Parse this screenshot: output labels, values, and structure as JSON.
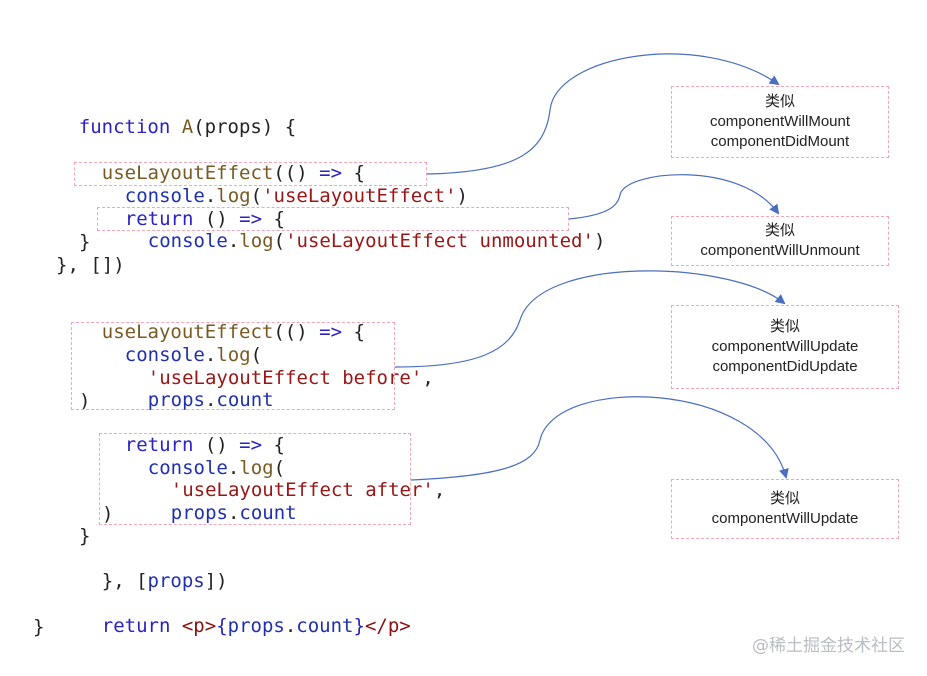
{
  "code": {
    "l1": {
      "kw": "function",
      "name": "A",
      "args": "(props) {"
    },
    "l2": {
      "hook": "useLayoutEffect",
      "p1": "(() ",
      "arrow": "=>",
      "p2": " {"
    },
    "l3": {
      "obj": "console",
      "dot": ".",
      "fn": "log",
      "open": "(",
      "str": "'useLayoutEffect'",
      "close": ")"
    },
    "l4": {
      "kw": "return",
      "p1": " () ",
      "arrow": "=>",
      "p2": " {"
    },
    "l5": {
      "obj": "console",
      "dot": ".",
      "fn": "log",
      "open": "(",
      "str": "'useLayoutEffect unmounted'",
      "close": ")"
    },
    "l6": "}",
    "l7": "}, [])",
    "l8": {
      "hook": "useLayoutEffect",
      "p1": "(() ",
      "arrow": "=>",
      "p2": " {"
    },
    "l9": {
      "obj": "console",
      "dot": ".",
      "fn": "log",
      "open": "("
    },
    "l10": {
      "str": "'useLayoutEffect before'",
      "comma": ","
    },
    "l11": {
      "obj": "props",
      "dot": ".",
      "prop": "count"
    },
    "l12": ")",
    "l13": {
      "kw": "return",
      "p1": " () ",
      "arrow": "=>",
      "p2": " {"
    },
    "l14": {
      "obj": "console",
      "dot": ".",
      "fn": "log",
      "open": "("
    },
    "l15": {
      "str": "'useLayoutEffect after'",
      "comma": ","
    },
    "l16": {
      "obj": "props",
      "dot": ".",
      "prop": "count"
    },
    "l17": ")",
    "l18": "}",
    "l19": {
      "p1": "}, [",
      "obj": "props",
      "p2": "])"
    },
    "l20": {
      "kw": "return",
      "sp": " ",
      "tag_open": "<p>",
      "brace1": "{",
      "obj": "props",
      "dot": ".",
      "prop": "count",
      "brace2": "}",
      "tag_close": "</p>"
    },
    "l21": "}"
  },
  "notes": {
    "mount": {
      "title": "类似",
      "line1": "componentWillMount",
      "line2": "componentDidMount"
    },
    "unmount": {
      "title": "类似",
      "line1": "componentWillUnmount"
    },
    "update": {
      "title": "类似",
      "line1": "componentWillUpdate",
      "line2": "componentDidUpdate"
    },
    "update_after": {
      "title": "类似",
      "line1": "componentWillUpdate"
    }
  },
  "colors": {
    "arrow": "#4a6fbf",
    "highlight_border": "#f2a6b8"
  },
  "watermark": "@稀土掘金技术社区"
}
